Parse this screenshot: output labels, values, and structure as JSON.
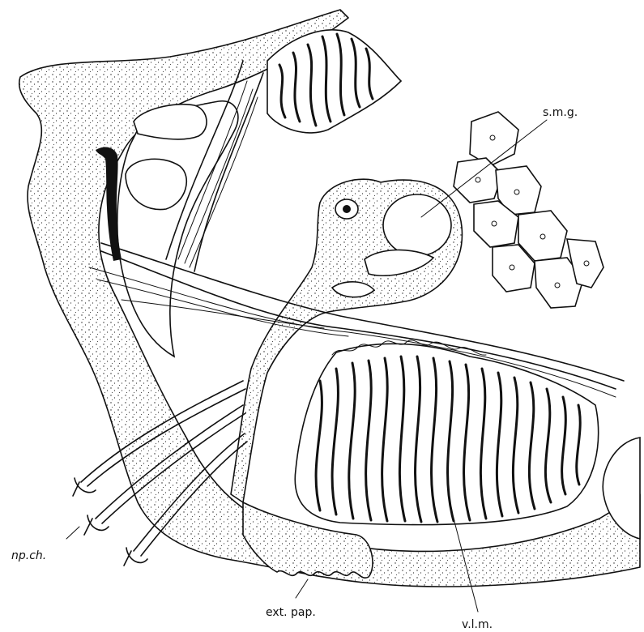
{
  "labels": {
    "smg": "s.m.g.",
    "npch": "np.ch.",
    "extpap": "ext. pap.",
    "vlm": "v.l.m."
  },
  "colors": {
    "ink": "#111111",
    "background": "#ffffff"
  }
}
